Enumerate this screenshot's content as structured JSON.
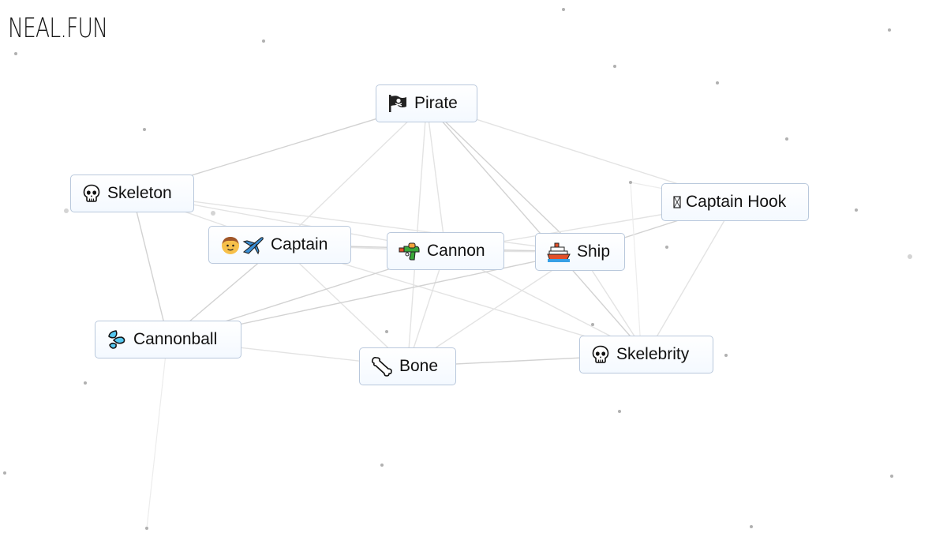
{
  "site": {
    "logo": "NEAL.FUN"
  },
  "nodes": [
    {
      "id": "pirate",
      "label": "Pirate",
      "icon": "pirate-flag-icon"
    },
    {
      "id": "skeleton",
      "label": "Skeleton",
      "icon": "skull-icon"
    },
    {
      "id": "captain-hook",
      "label": "Captain Hook",
      "icon": "missing-glyph-icon"
    },
    {
      "id": "captain",
      "label": "Captain",
      "icon": "boy-airplane-icon"
    },
    {
      "id": "cannon",
      "label": "Cannon",
      "icon": "water-pistol-icon"
    },
    {
      "id": "ship",
      "label": "Ship",
      "icon": "ship-icon"
    },
    {
      "id": "cannonball",
      "label": "Cannonball",
      "icon": "droplets-icon"
    },
    {
      "id": "bone",
      "label": "Bone",
      "icon": "bone-icon"
    },
    {
      "id": "skelebrity",
      "label": "Skelebrity",
      "icon": "skull-icon"
    }
  ],
  "edges": [
    [
      "pirate",
      "skeleton"
    ],
    [
      "pirate",
      "captain"
    ],
    [
      "pirate",
      "cannon"
    ],
    [
      "pirate",
      "ship"
    ],
    [
      "pirate",
      "captain-hook"
    ],
    [
      "pirate",
      "bone"
    ],
    [
      "pirate",
      "skelebrity"
    ],
    [
      "skeleton",
      "captain"
    ],
    [
      "skeleton",
      "cannon"
    ],
    [
      "skeleton",
      "cannonball"
    ],
    [
      "skeleton",
      "ship"
    ],
    [
      "captain",
      "cannon"
    ],
    [
      "captain",
      "cannonball"
    ],
    [
      "captain",
      "bone"
    ],
    [
      "captain",
      "skelebrity"
    ],
    [
      "captain",
      "ship"
    ],
    [
      "cannon",
      "ship"
    ],
    [
      "cannon",
      "bone"
    ],
    [
      "cannon",
      "cannonball"
    ],
    [
      "cannon",
      "skelebrity"
    ],
    [
      "cannon",
      "captain-hook"
    ],
    [
      "ship",
      "captain-hook"
    ],
    [
      "ship",
      "bone"
    ],
    [
      "ship",
      "skelebrity"
    ],
    [
      "ship",
      "cannonball"
    ],
    [
      "captain-hook",
      "skelebrity"
    ],
    [
      "cannonball",
      "bone"
    ],
    [
      "bone",
      "skelebrity"
    ]
  ]
}
